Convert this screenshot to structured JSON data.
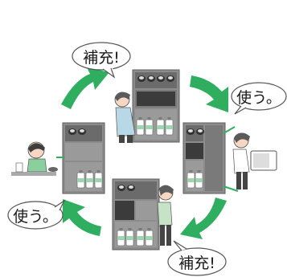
{
  "bubbles": {
    "top_left": "補充!",
    "right": "使う。",
    "left": "使う。",
    "bottom_right": "補充!"
  },
  "colors": {
    "arrow": "#2fae5f",
    "shelf": "#8c8c8c",
    "shelf_dark": "#6b6b6b",
    "bubble_stroke": "#555555",
    "skin": "#f6d7c3",
    "hair": "#5a5a5a"
  },
  "icons": [
    "refill-arrow-icon",
    "stockpile-shelf",
    "person-figure",
    "microwave-icon"
  ]
}
